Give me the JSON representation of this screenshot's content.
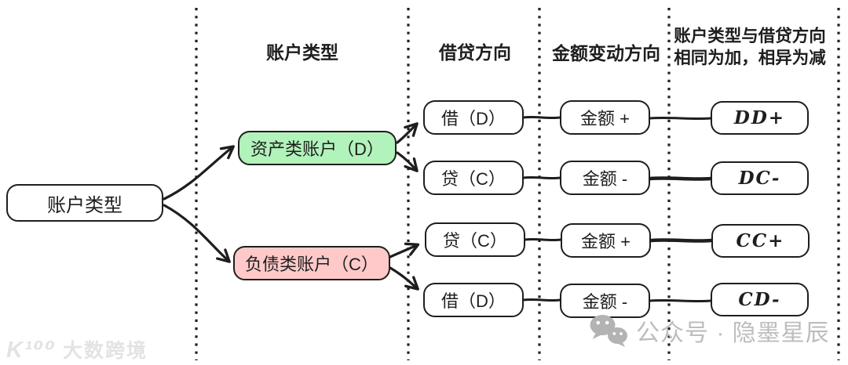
{
  "headers": {
    "account_type": "账户类型",
    "debit_credit": "借贷方向",
    "amount_change": "金额变动方向",
    "rule_line1": "账户类型与借贷方向",
    "rule_line2": "相同为加，相异为减"
  },
  "nodes": {
    "root": "账户类型",
    "asset": "资产类账户（D）",
    "liability": "负债类账户（C）"
  },
  "rows": [
    {
      "direction": "借（D）",
      "amount": "金额 +",
      "result": "DD+"
    },
    {
      "direction": "贷（C）",
      "amount": "金额 -",
      "result": "DC-"
    },
    {
      "direction": "贷（C）",
      "amount": "金额 +",
      "result": "CC+"
    },
    {
      "direction": "借（D）",
      "amount": "金额 -",
      "result": "CD-"
    }
  ],
  "colors": {
    "asset_fill": "#b2f2bb",
    "liability_fill": "#ffc9c9",
    "stroke": "#1e1e1e",
    "watermark_left_gray": "#e3e3e3",
    "watermark_right_gray": "#bdbdbd"
  },
  "watermarks": {
    "left_logo": "K¹⁰⁰",
    "left_text": "大数跨境",
    "right_icon": "wechat-icon",
    "right_text": "公众号 · 隐墨星辰"
  }
}
